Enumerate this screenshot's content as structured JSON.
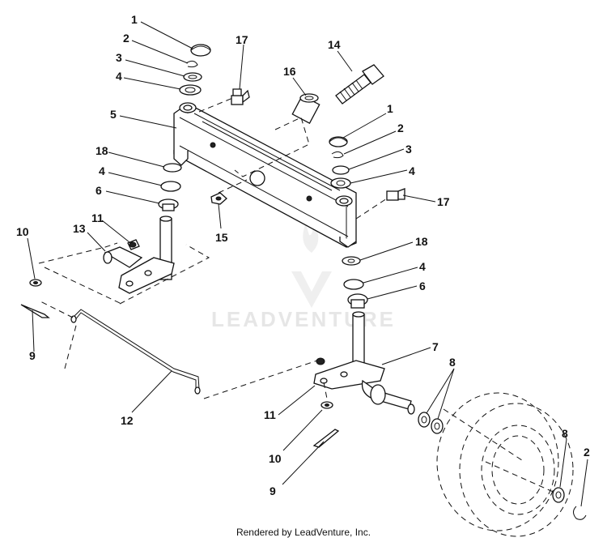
{
  "callouts": [
    "1",
    "2",
    "3",
    "4",
    "5",
    "6",
    "7",
    "8",
    "9",
    "10",
    "11",
    "12",
    "13",
    "14",
    "15",
    "16",
    "17",
    "18"
  ],
  "watermark": "LEADVENTURE",
  "credit": "Rendered by LeadVenture, Inc."
}
